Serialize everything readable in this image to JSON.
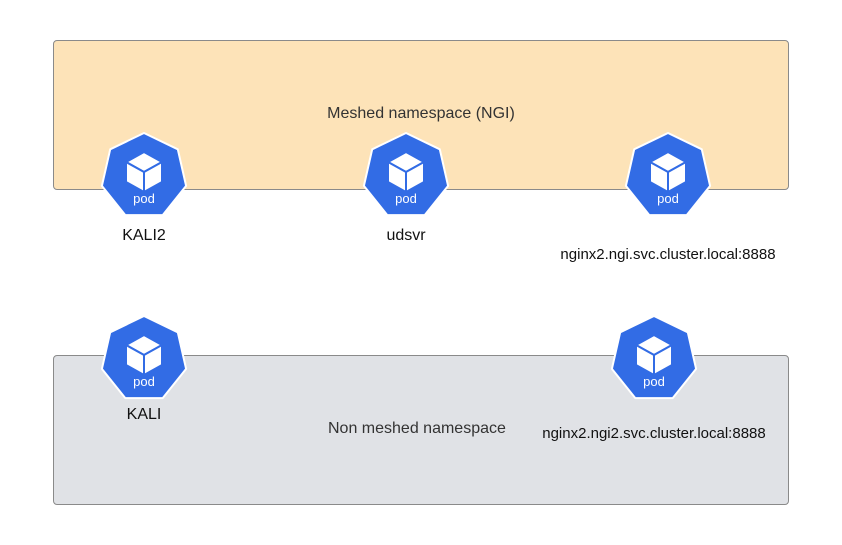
{
  "namespaces": {
    "meshed": {
      "title": "Meshed namespace (NGI)"
    },
    "non_meshed": {
      "title": "Non meshed namespace"
    }
  },
  "pod_icon": {
    "name": "kubernetes-pod-icon",
    "tag": "pod",
    "color": "#326ce5"
  },
  "pods": [
    {
      "id": "kali2",
      "namespace": "meshed",
      "label": "KALI2"
    },
    {
      "id": "udsvr",
      "namespace": "meshed",
      "label": "udsvr"
    },
    {
      "id": "nginx2-ngi",
      "namespace": "meshed",
      "label": "nginx2.ngi.svc.cluster.local:8888"
    },
    {
      "id": "kali",
      "namespace": "non_meshed",
      "label": "KALI"
    },
    {
      "id": "nginx2-ngi2",
      "namespace": "non_meshed",
      "label": "nginx2.ngi2.svc.cluster.local:8888"
    }
  ],
  "colors": {
    "meshed_fill": "#fde3b8",
    "non_meshed_fill": "#e0e2e6",
    "pod_blue": "#326ce5"
  }
}
